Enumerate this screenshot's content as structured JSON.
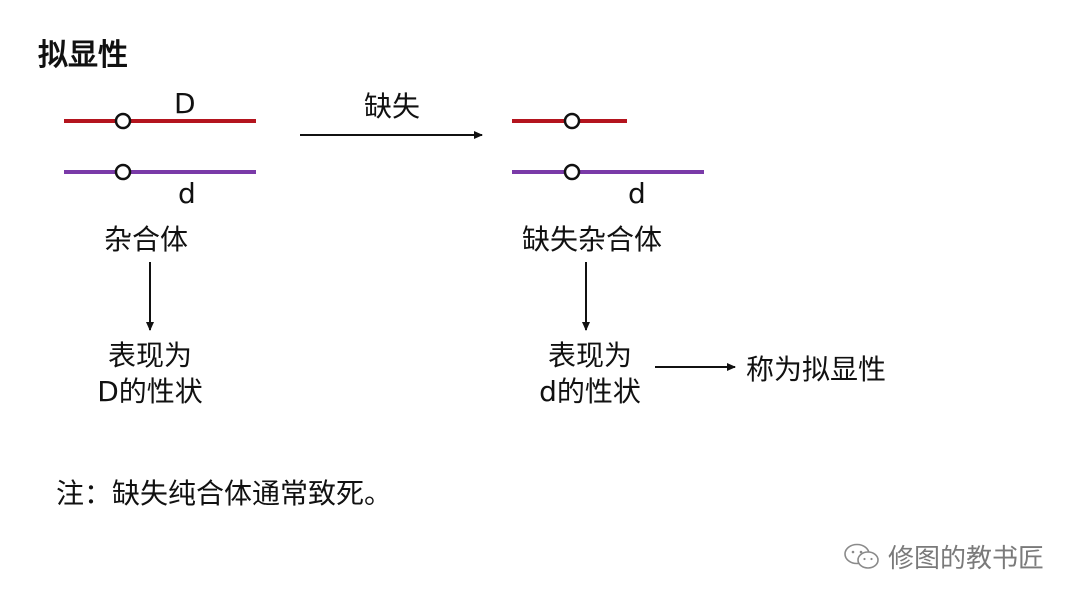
{
  "title": "拟显性",
  "left_chromosome": {
    "top_allele": "D",
    "bottom_allele": "d",
    "label": "杂合体",
    "phenotype": [
      "表现为",
      "D的性状"
    ]
  },
  "transition": {
    "label": "缺失"
  },
  "right_chromosome": {
    "bottom_allele": "d",
    "label": "缺失杂合体",
    "phenotype": [
      "表现为",
      "d的性状"
    ]
  },
  "result": {
    "label": "称为拟显性"
  },
  "note": "注：缺失纯合体通常致死。",
  "watermark": {
    "text": "修图的教书匠",
    "icon": "wechat-icon"
  },
  "colors": {
    "top_chromosome": "#b4141e",
    "bottom_chromosome": "#7a3aa8",
    "arrow": "#111111"
  }
}
